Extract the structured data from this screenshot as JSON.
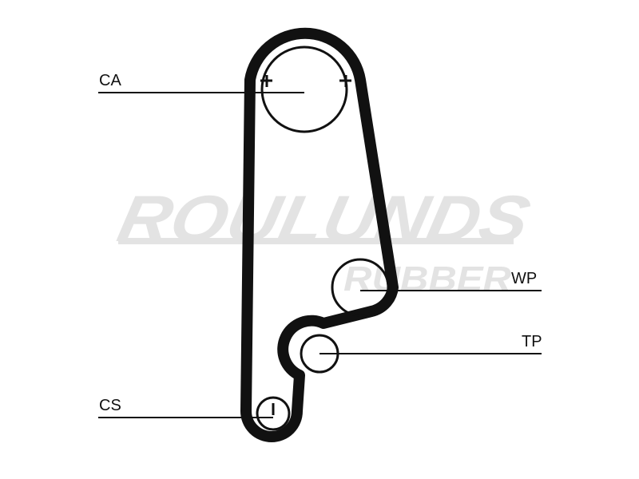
{
  "diagram": {
    "labels": {
      "ca": "CA",
      "wp": "WP",
      "tp": "TP",
      "cs": "CS"
    },
    "watermark": {
      "line1": "ROULUNDS",
      "line2": "RUBBER"
    }
  },
  "colors": {
    "belt": "#111111",
    "watermark": "#e6e6e6",
    "background": "#ffffff"
  }
}
